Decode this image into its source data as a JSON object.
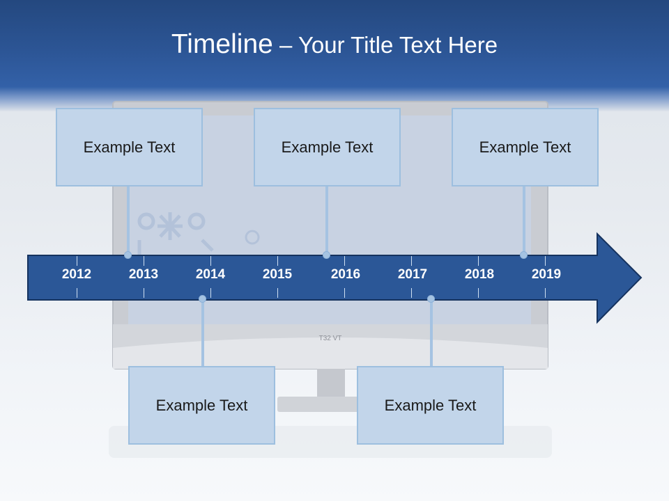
{
  "slide": {
    "title_main": "Timeline",
    "title_dash": " – ",
    "title_rest": "Your Title Text Here"
  },
  "monitor": {
    "brand_text": "T32 VT"
  },
  "timeline": {
    "years": [
      "2012",
      "2013",
      "2014",
      "2015",
      "2016",
      "2017",
      "2018",
      "2019"
    ]
  },
  "callouts": {
    "top": [
      {
        "text": "Example Text"
      },
      {
        "text": "Example Text"
      },
      {
        "text": "Example Text"
      }
    ],
    "bottom": [
      {
        "text": "Example Text"
      },
      {
        "text": "Example Text"
      }
    ]
  },
  "colors": {
    "header_blue": "#2c5595",
    "arrow_fill": "#2b5797",
    "callout_fill": "#c2d5ea",
    "connector": "#a5c3e2"
  }
}
